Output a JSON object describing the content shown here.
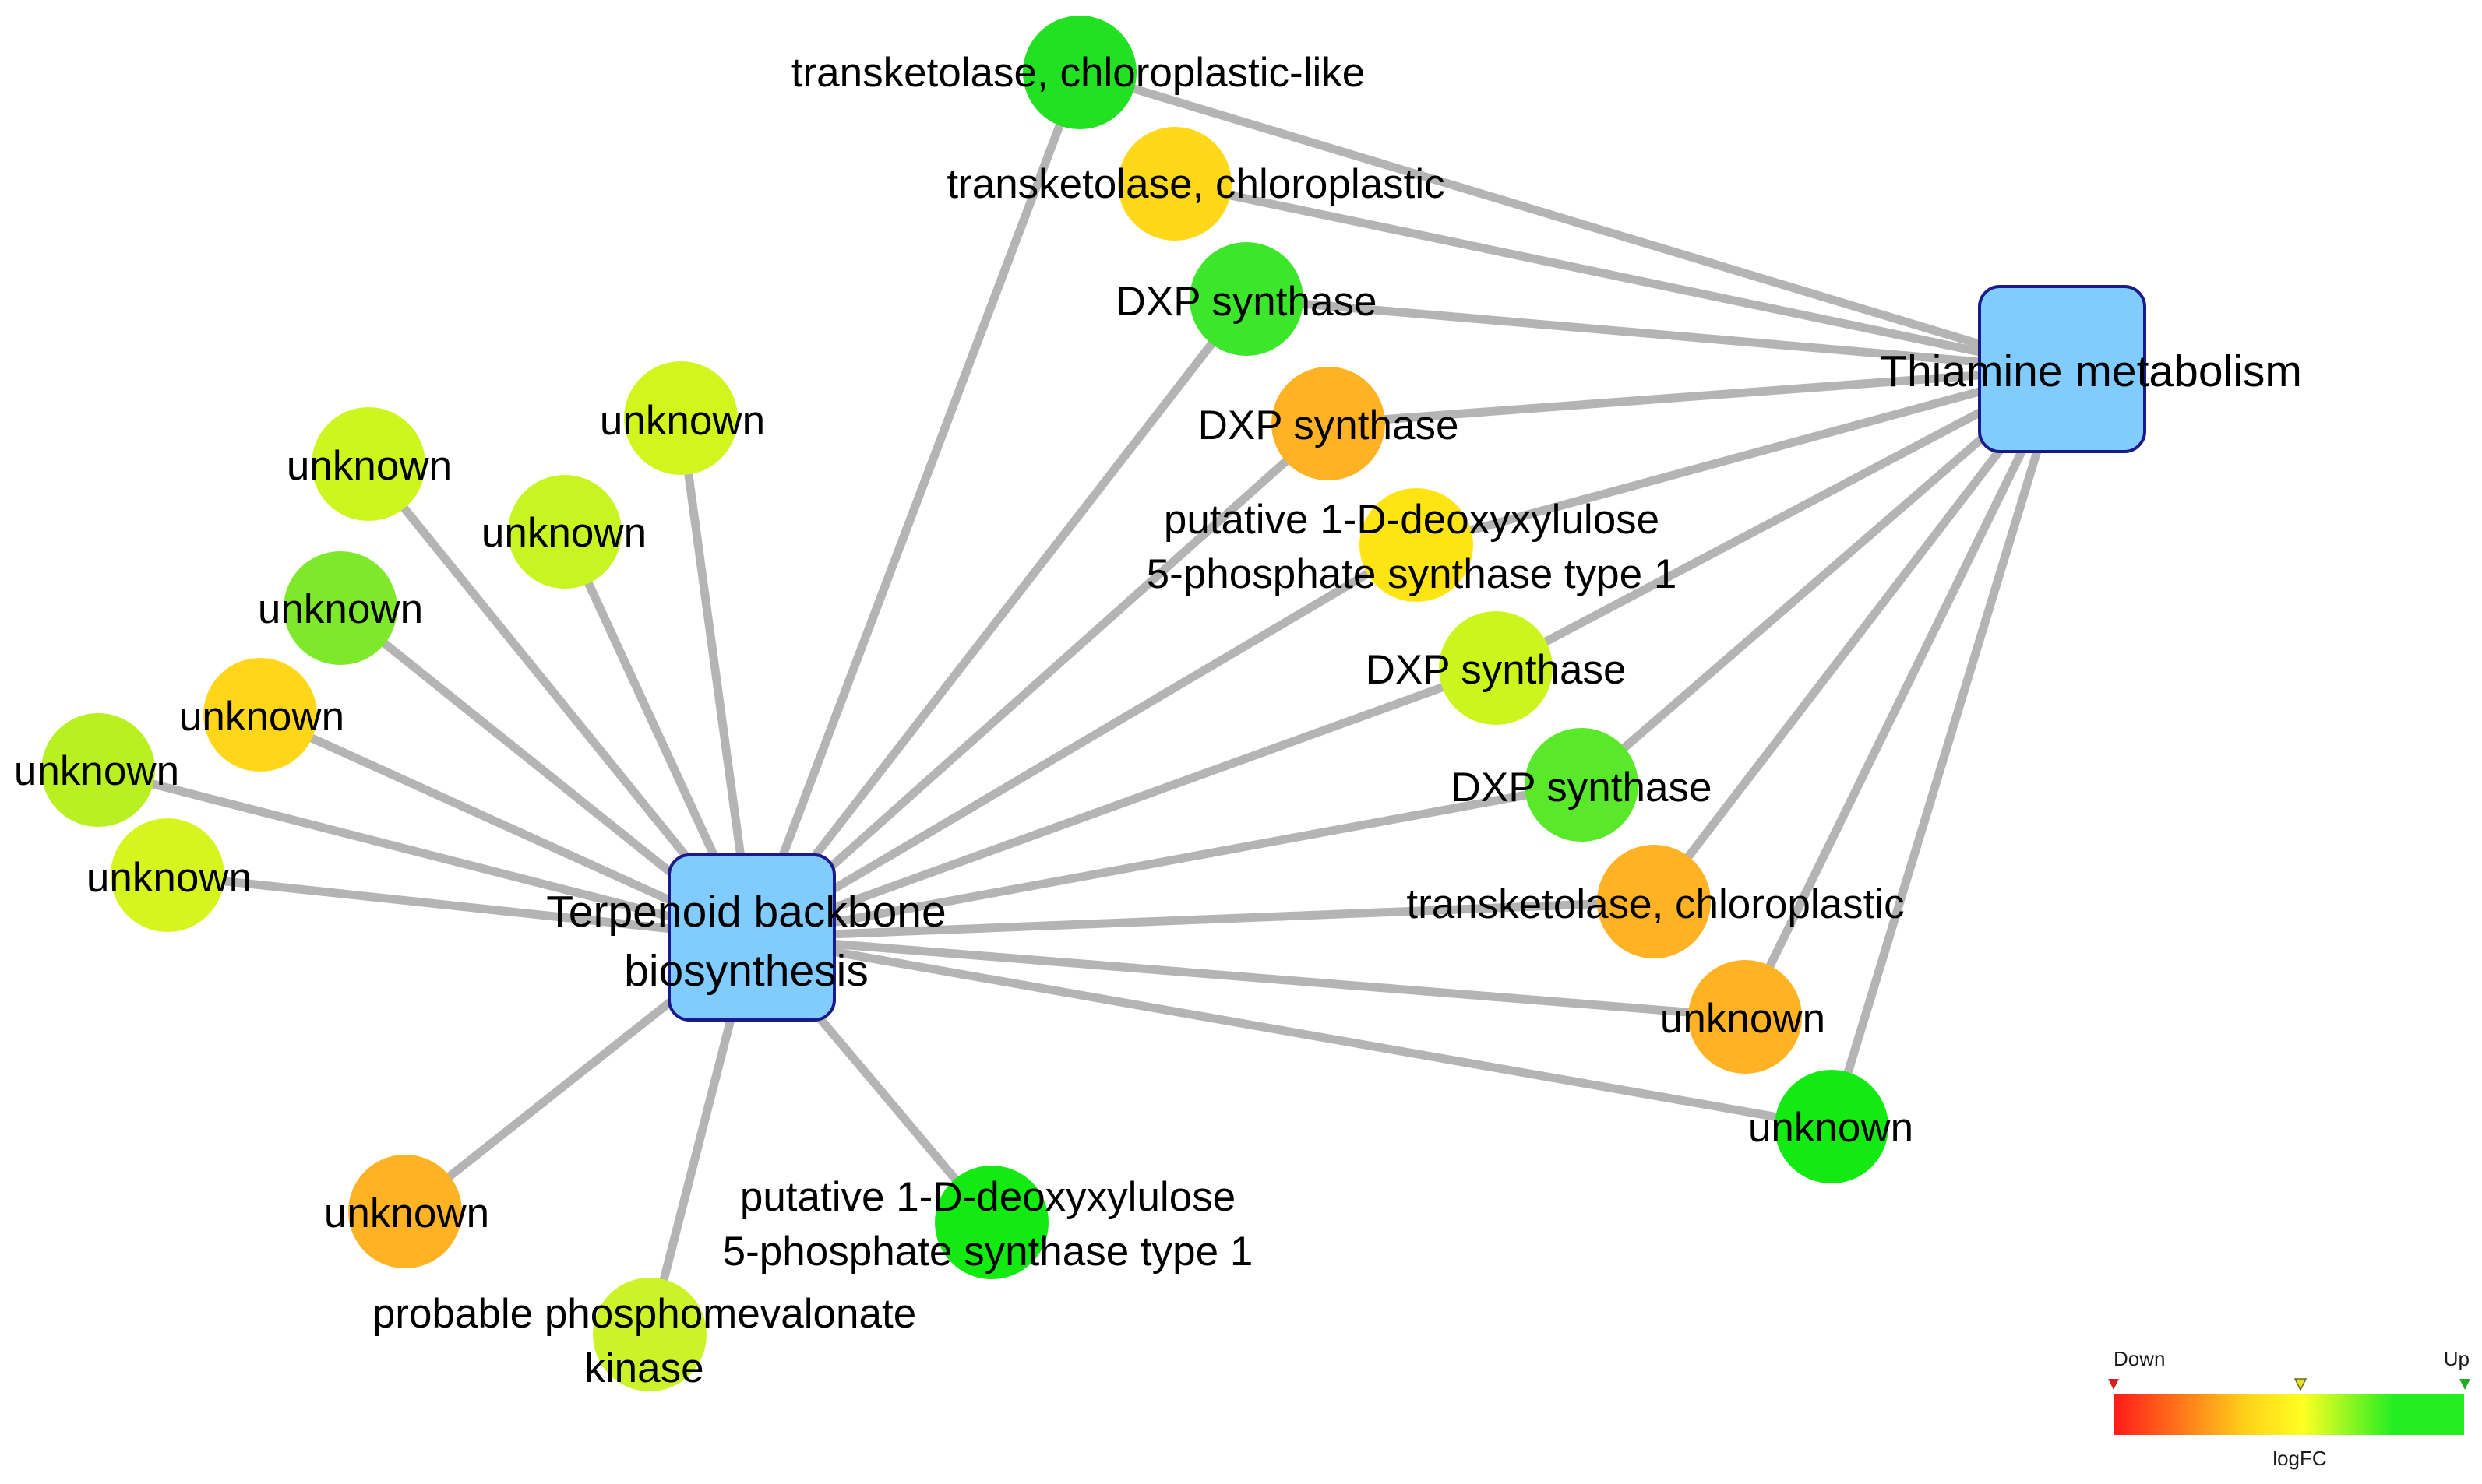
{
  "hubs": {
    "terpenoid": {
      "lines": [
        "Terpenoid backbone",
        "biosynthesis"
      ],
      "color": "#80ccff",
      "border": "#1a1a8c"
    },
    "thiamine": {
      "lines": [
        "Thiamine metabolism"
      ],
      "color": "#80ccff",
      "border": "#1a1a8c"
    }
  },
  "genes": [
    {
      "id": "g1",
      "lines": [
        "transketolase, chloroplastic-like"
      ],
      "color": "#22e022",
      "links": [
        "terpenoid",
        "thiamine"
      ]
    },
    {
      "id": "g2",
      "lines": [
        "transketolase, chloroplastic"
      ],
      "color": "#ffd81a",
      "links": [
        "thiamine"
      ]
    },
    {
      "id": "g3",
      "lines": [
        "DXP synthase"
      ],
      "color": "#3ce62a",
      "links": [
        "terpenoid",
        "thiamine"
      ]
    },
    {
      "id": "g4",
      "lines": [
        "DXP synthase"
      ],
      "color": "#ffb224",
      "links": [
        "terpenoid",
        "thiamine"
      ]
    },
    {
      "id": "g5",
      "lines": [
        "putative 1-D-deoxyxylulose",
        "5-phosphate synthase type 1"
      ],
      "color": "#ffe414",
      "links": [
        "terpenoid",
        "thiamine"
      ]
    },
    {
      "id": "g6",
      "lines": [
        "DXP synthase"
      ],
      "color": "#ccf51e",
      "links": [
        "terpenoid",
        "thiamine"
      ]
    },
    {
      "id": "g7",
      "lines": [
        "DXP synthase"
      ],
      "color": "#5ae82a",
      "links": [
        "terpenoid",
        "thiamine"
      ]
    },
    {
      "id": "g8",
      "lines": [
        "transketolase, chloroplastic"
      ],
      "color": "#ffb224",
      "links": [
        "terpenoid",
        "thiamine"
      ]
    },
    {
      "id": "g9",
      "lines": [
        "unknown"
      ],
      "color": "#ffb224",
      "links": [
        "terpenoid",
        "thiamine"
      ]
    },
    {
      "id": "g10",
      "lines": [
        "unknown"
      ],
      "color": "#12ea12",
      "links": [
        "terpenoid",
        "thiamine"
      ]
    },
    {
      "id": "g11",
      "lines": [
        "unknown"
      ],
      "color": "#d2f51e",
      "links": [
        "terpenoid"
      ]
    },
    {
      "id": "g12",
      "lines": [
        "unknown"
      ],
      "color": "#cdf51e",
      "links": [
        "terpenoid"
      ]
    },
    {
      "id": "g13",
      "lines": [
        "unknown"
      ],
      "color": "#c8f522",
      "links": [
        "terpenoid"
      ]
    },
    {
      "id": "g14",
      "lines": [
        "unknown"
      ],
      "color": "#7ee82a",
      "links": [
        "terpenoid"
      ]
    },
    {
      "id": "g15",
      "lines": [
        "unknown"
      ],
      "color": "#ffd61a",
      "links": [
        "terpenoid"
      ]
    },
    {
      "id": "g16",
      "lines": [
        "unknown"
      ],
      "color": "#b8f022",
      "links": [
        "terpenoid"
      ]
    },
    {
      "id": "g17",
      "lines": [
        "unknown"
      ],
      "color": "#d6f51e",
      "links": [
        "terpenoid"
      ]
    },
    {
      "id": "g18",
      "lines": [
        "unknown"
      ],
      "color": "#ffb224",
      "links": [
        "terpenoid"
      ]
    },
    {
      "id": "g19",
      "lines": [
        "probable phosphomevalonate",
        "kinase"
      ],
      "color": "#ccf22a",
      "links": [
        "terpenoid"
      ]
    },
    {
      "id": "g20",
      "lines": [
        "putative 1-D-deoxyxylulose",
        "5-phosphate synthase type 1"
      ],
      "color": "#12ea12",
      "links": [
        "terpenoid"
      ]
    }
  ],
  "edge_color": "#b4b4b4",
  "legend": {
    "down_label": "Down",
    "up_label": "Up",
    "axis_label": "logFC",
    "gradient": [
      "#ff1a1a",
      "#ffd21a",
      "#ffff22",
      "#22ee22"
    ]
  }
}
